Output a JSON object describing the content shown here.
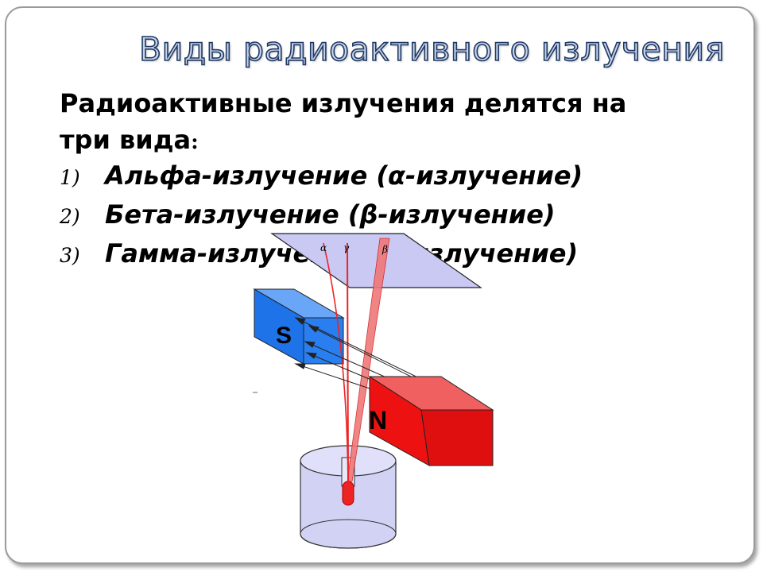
{
  "slide": {
    "title": "Виды радиоактивного излучения",
    "intro_line1": "Радиоактивные излучения делятся на",
    "intro_line2": "три вида",
    "intro_colon": ":",
    "items": [
      {
        "number": "1)",
        "text": "Альфа-излучение (α-излучение)"
      },
      {
        "number": "2)",
        "text": "Бета-излучение (β-излучение)"
      },
      {
        "number": "3)",
        "text": "Гамма-излучение (γ-излучение)"
      }
    ]
  },
  "diagram": {
    "magnet_south_label": "S",
    "magnet_north_label": "N",
    "ray_labels": [
      "α",
      "γ",
      "β"
    ],
    "colors": {
      "south_magnet": "#1e73e8",
      "north_magnet": "#ee1111",
      "screen": "#c9c9f3",
      "container": "#d2d2f5",
      "radiation": "#ee2222",
      "title_fill": "#c7d3e8",
      "title_outline": "#1f3864"
    }
  }
}
